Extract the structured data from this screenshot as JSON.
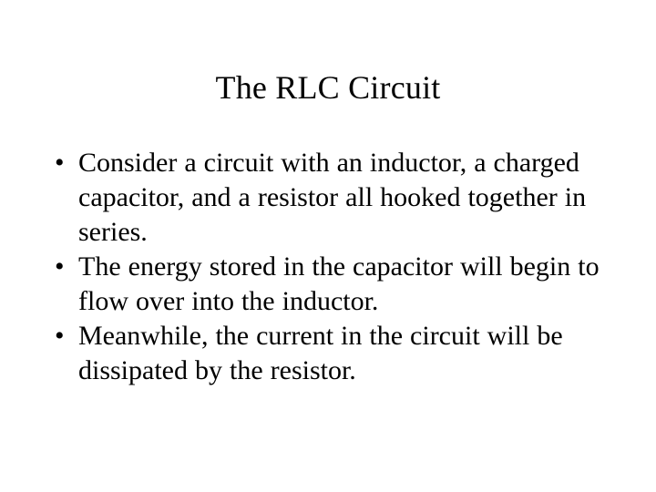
{
  "slide": {
    "title": "The RLC Circuit",
    "background_color": "#ffffff",
    "text_color": "#000000",
    "bullet_marker": "•",
    "bullets": [
      {
        "text": "Consider a circuit with an inductor, a charged capacitor, and a resistor all hooked together in series."
      },
      {
        "text": "The energy stored in the capacitor will begin to flow over into the inductor."
      },
      {
        "text": "Meanwhile, the current in the circuit will be dissipated by the resistor."
      }
    ]
  }
}
